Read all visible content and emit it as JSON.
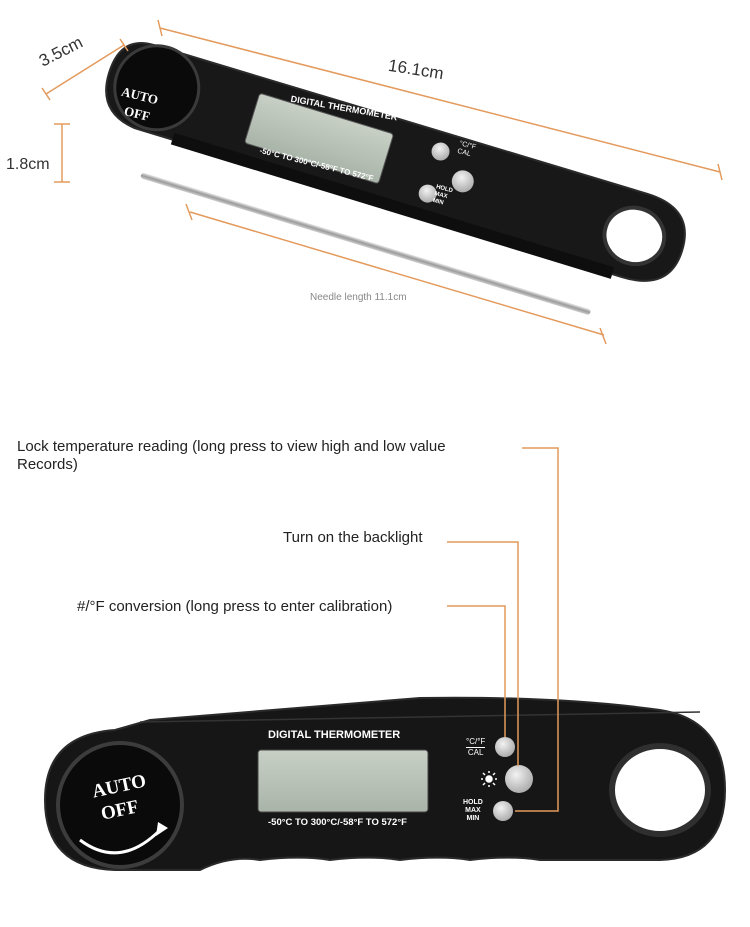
{
  "top": {
    "width_label": "3.5cm",
    "length_label": "16.1cm",
    "height_label": "1.8cm",
    "needle_label": "Needle length 11.1cm",
    "title": "DIGITAL THERMOMETER",
    "range": "-50°C TO 300°C/-58°F TO 572°F",
    "auto": "AUTO",
    "off": "OFF",
    "btn_cf_top": "°C/°F",
    "btn_cf_bottom": "CAL",
    "btn_hold": "HOLD",
    "btn_max": "MAX",
    "btn_min": "MIN"
  },
  "callouts": {
    "hold_line1": "Lock temperature reading (long press to view high and low value",
    "hold_line2": "Records)",
    "backlight": "Turn on the backlight",
    "conversion": "#/°F conversion (long press to enter calibration)"
  },
  "bottom": {
    "title": "DIGITAL THERMOMETER",
    "range": "-50°C TO 300°C/-58°F TO 572°F",
    "auto": "AUTO",
    "off": "OFF",
    "btn_cf_top": "°C/°F",
    "btn_cf_bottom": "CAL",
    "btn_hold": "HOLD",
    "btn_max": "MAX",
    "btn_min": "MIN"
  },
  "colors": {
    "body": "#151515",
    "screen": "#b9c4b8",
    "accent_line": "#e39a5c",
    "button": "#d9d9d9"
  }
}
